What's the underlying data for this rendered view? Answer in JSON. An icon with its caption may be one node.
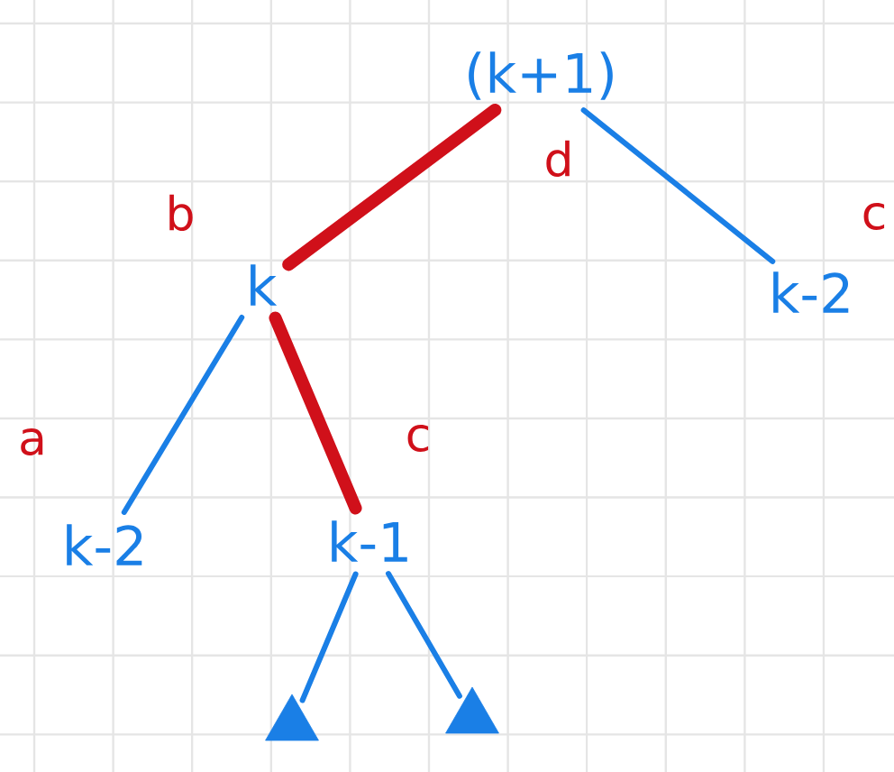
{
  "diagram": {
    "nodes": [
      {
        "text": [
          "(k+1)"
        ],
        "beside": [
          "d"
        ]
      },
      {
        "text": [
          "k"
        ],
        "beside": [
          "b"
        ]
      },
      {
        "text": [
          "k-2"
        ],
        "beside": [
          "c"
        ]
      },
      {
        "text": [
          "k-2"
        ],
        "beside": [
          "a"
        ]
      },
      {
        "text": [
          "k-1"
        ],
        "beside": [
          "c"
        ]
      },
      {
        "text": [],
        "shape": "triangle"
      },
      {
        "text": [],
        "shape": "triangle"
      }
    ],
    "edges": [
      {
        "from": 0,
        "to": 1,
        "arrow": "none",
        "style": "thick",
        "color": "#d0101a"
      },
      {
        "from": 0,
        "to": 2,
        "arrow": "none"
      },
      {
        "from": 1,
        "to": 3,
        "arrow": "none"
      },
      {
        "from": 1,
        "to": 4,
        "arrow": "none",
        "style": "thick",
        "color": "#d0101a"
      },
      {
        "from": 4,
        "to": 5,
        "arrow": "none"
      },
      {
        "from": 4,
        "to": 6,
        "arrow": "none"
      }
    ]
  }
}
